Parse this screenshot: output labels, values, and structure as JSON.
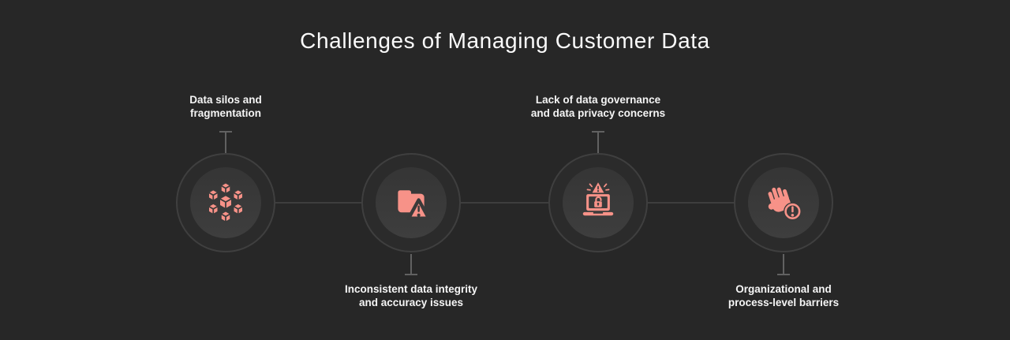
{
  "title": "Challenges of Managing Customer Data",
  "colors": {
    "background": "#272727",
    "accent": "#f79288",
    "node_inner": "#3a3a3a",
    "ring_fill": "#2b2b2b",
    "ring_stroke": "#3f3f3f",
    "connector": "#3e3e3e",
    "stem": "#616161",
    "text": "#f5f5f5",
    "title_text": "#fafafa"
  },
  "nodes": [
    {
      "label": "Data silos and fragmentation",
      "lines": [
        "Data silos and",
        "fragmentation"
      ],
      "icon": "cubes-icon",
      "label_position": "top"
    },
    {
      "label": "Inconsistent data integrity and accuracy issues",
      "lines": [
        "Inconsistent data integrity",
        "and accuracy issues"
      ],
      "icon": "folder-warning-icon",
      "label_position": "bottom"
    },
    {
      "label": "Lack of data governance and data privacy concerns",
      "lines": [
        "Lack of data governance",
        "and data privacy concerns"
      ],
      "icon": "laptop-lock-warning-icon",
      "label_position": "top"
    },
    {
      "label": "Organizational and process-level barriers",
      "lines": [
        "Organizational and",
        "process-level barriers"
      ],
      "icon": "hand-warning-icon",
      "label_position": "bottom"
    }
  ]
}
